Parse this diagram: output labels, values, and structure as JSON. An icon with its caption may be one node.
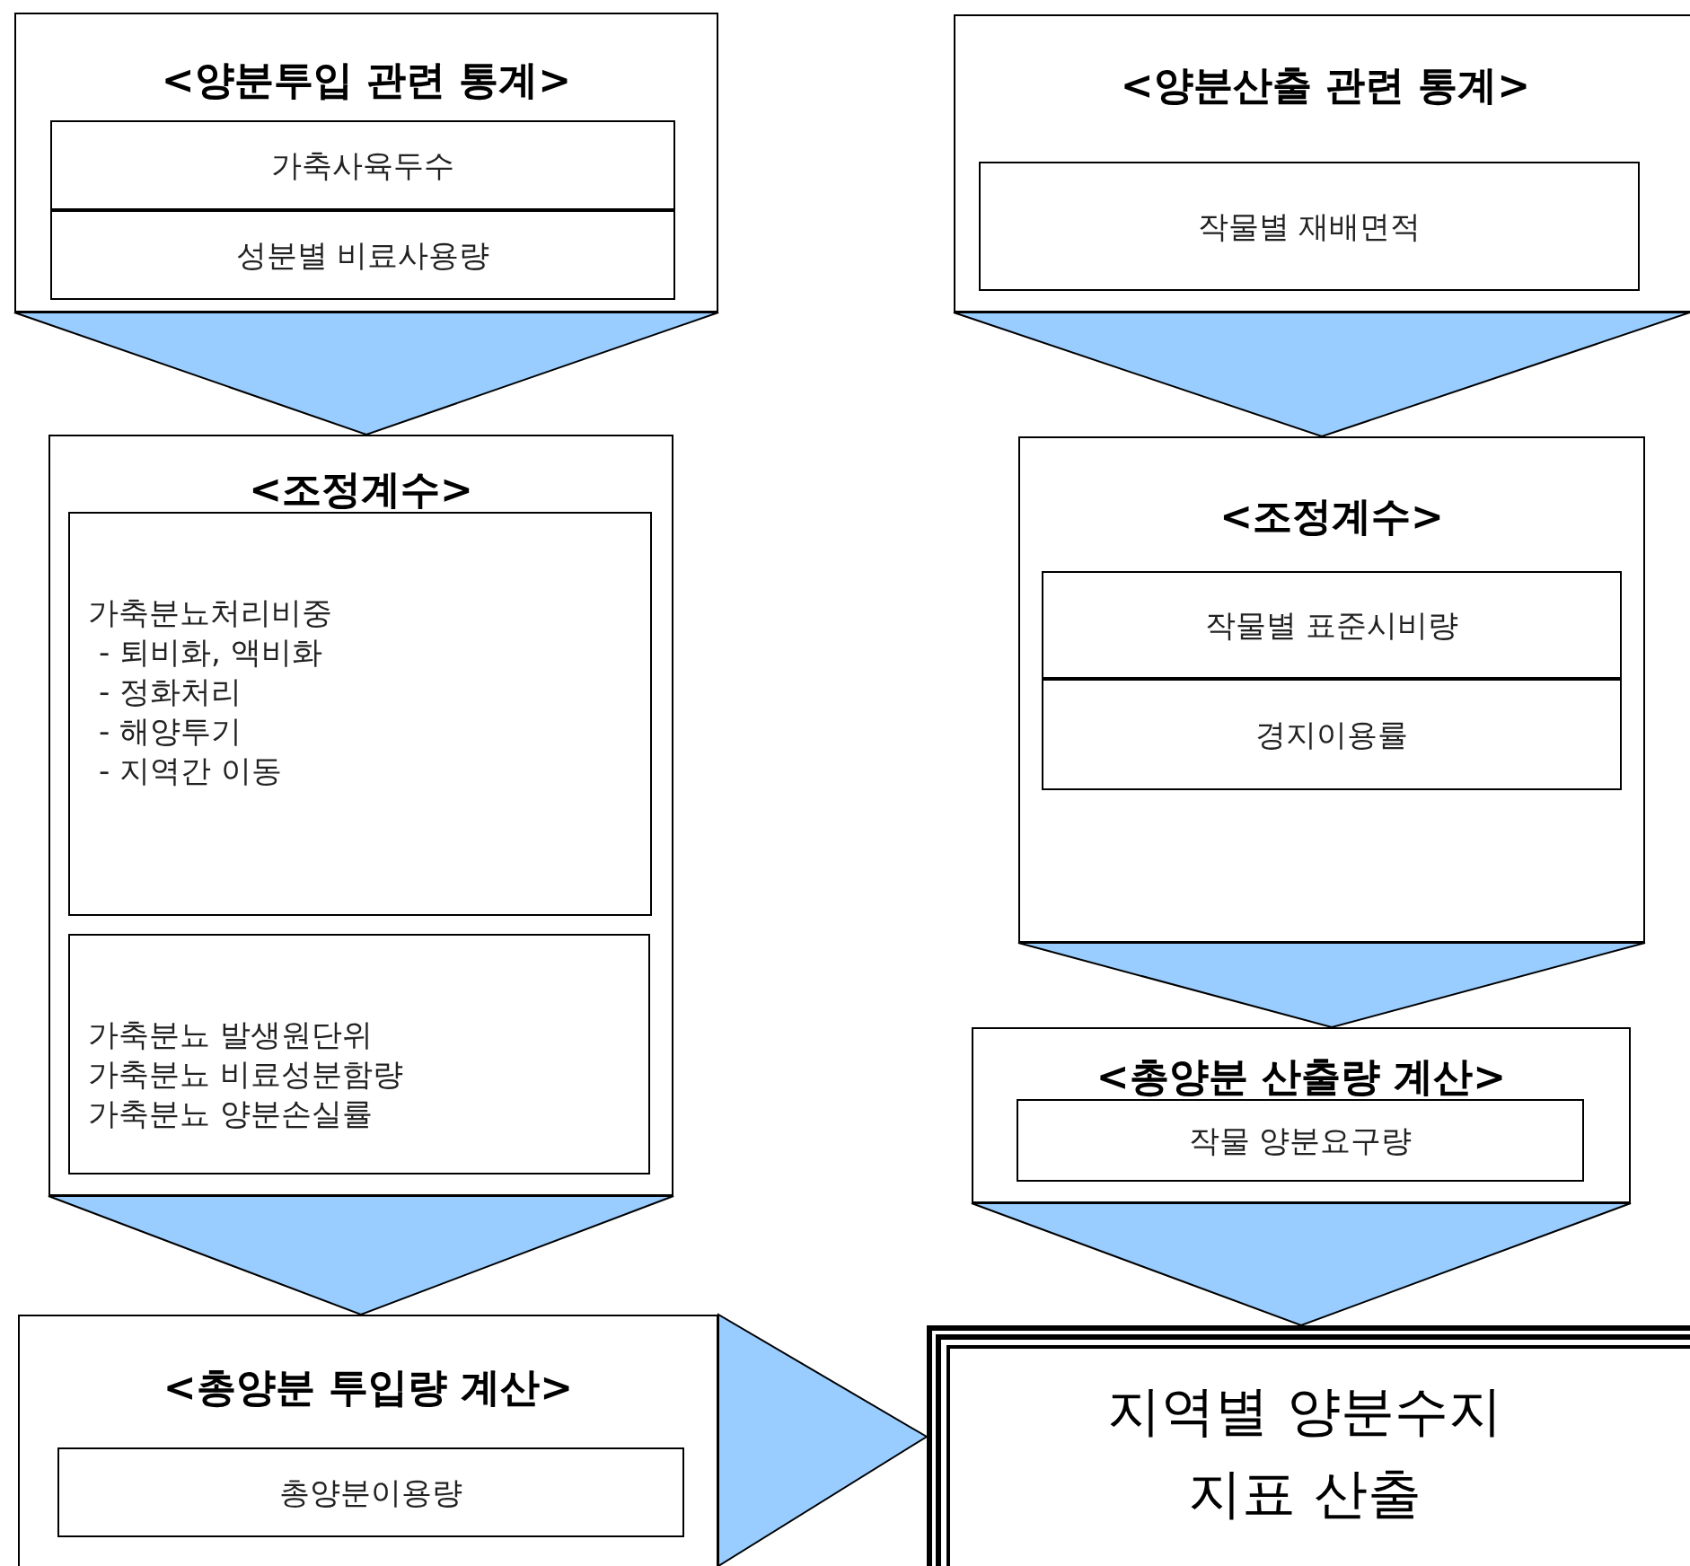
{
  "diagram": {
    "nodes": [
      {
        "text": [
          "<양분투입 관련 통계>"
        ]
      },
      {
        "text": [
          "가축사육두수"
        ],
        "in": 0
      },
      {
        "text": [
          "성분별 비료사용량"
        ],
        "in": 0
      },
      {
        "text": [
          "<양분산출 관련 통계>"
        ]
      },
      {
        "text": [
          "작물별 재배면적"
        ],
        "in": 3
      },
      {
        "text": [
          "<조정계수>"
        ]
      },
      {
        "text": [
          "가축분뇨처리비중",
          "- 퇴비화, 액비화",
          "- 정화처리",
          "- 해양투기",
          "- 지역간 이동"
        ],
        "in": 5
      },
      {
        "text": [
          "가축분뇨 발생원단위",
          "가축분뇨 비료성분함량",
          "가축분뇨 양분손실률"
        ],
        "in": 5
      },
      {
        "text": [
          "<조정계수>"
        ]
      },
      {
        "text": [
          "작물별 표준시비량"
        ],
        "in": 8
      },
      {
        "text": [
          "경지이용률"
        ],
        "in": 8
      },
      {
        "text": [
          "<총양분 산출량 계산>"
        ]
      },
      {
        "text": [
          "작물 양분요구량"
        ],
        "in": 11
      },
      {
        "text": [
          "<총양분 투입량 계산>"
        ]
      },
      {
        "text": [
          "총양분이용량"
        ],
        "in": 13
      },
      {
        "text": [
          "지역별 양분수지 지표 산출"
        ]
      }
    ],
    "edges": [
      {
        "from": 0,
        "to": 5,
        "arrow": "to"
      },
      {
        "from": 3,
        "to": 8,
        "arrow": "to"
      },
      {
        "from": 8,
        "to": 11,
        "arrow": "to"
      },
      {
        "from": 5,
        "to": 13,
        "arrow": "to"
      },
      {
        "from": 11,
        "to": 15,
        "arrow": "to"
      },
      {
        "from": 13,
        "to": 15,
        "arrow": "to"
      }
    ]
  }
}
